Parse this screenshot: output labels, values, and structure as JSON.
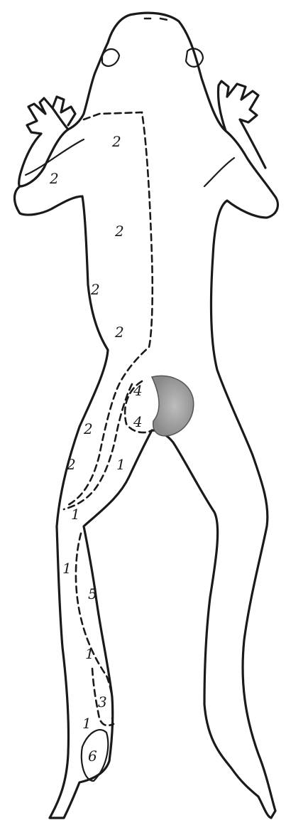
{
  "figure": {
    "colors": {
      "ink": "#1a1a1a",
      "paper": "#ffffff",
      "stipple": "#9a9a9a"
    },
    "labels": [
      {
        "id": "upper-back-2",
        "text": "2"
      },
      {
        "id": "left-arm-2",
        "text": "2"
      },
      {
        "id": "mid-back-2",
        "text": "2"
      },
      {
        "id": "side-2",
        "text": "2"
      },
      {
        "id": "lower-back-2",
        "text": "2"
      },
      {
        "id": "hip-4-upper",
        "text": "4"
      },
      {
        "id": "hip-4-lower",
        "text": "4"
      },
      {
        "id": "thigh-2-upper",
        "text": "2"
      },
      {
        "id": "thigh-2-lower",
        "text": "2"
      },
      {
        "id": "thigh-1",
        "text": "1"
      },
      {
        "id": "knee-1",
        "text": "1"
      },
      {
        "id": "shin-1-left",
        "text": "1"
      },
      {
        "id": "shin-5",
        "text": "5"
      },
      {
        "id": "ankle-1",
        "text": "1"
      },
      {
        "id": "ankle-3",
        "text": "3"
      },
      {
        "id": "foot-1",
        "text": "1"
      },
      {
        "id": "foot-6",
        "text": "6"
      }
    ]
  }
}
